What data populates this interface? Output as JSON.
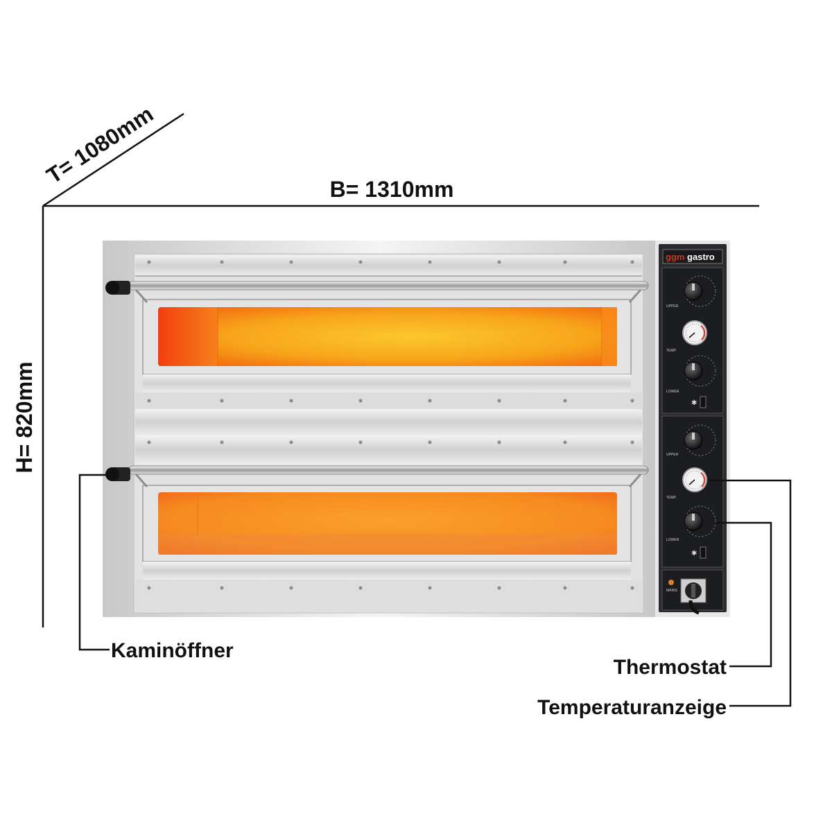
{
  "dimensions": {
    "depth": "T= 1080mm",
    "width": "B= 1310mm",
    "height": "H= 820mm"
  },
  "brand": {
    "prefix": "ggm",
    "name": "gastro"
  },
  "control_panel": {
    "upper_label": "UPPER",
    "temp_label": "TEMP.",
    "lower_label": "LOWER",
    "power_label": "MAINS"
  },
  "callouts": {
    "chimney_opener": "Kaminöffner",
    "thermostat": "Thermostat",
    "temperature_display": "Temperaturanzeige"
  },
  "colors": {
    "accent_brand": "#c0392b",
    "panel": "#1c1d20",
    "steel": "#d9d9d9",
    "fire_core": "#f7b21f",
    "fire_edge": "#f35a12"
  },
  "icons": {
    "knob": "rotary-knob-icon",
    "gauge": "thermometer-gauge-icon",
    "lamp": "light-bulb-icon",
    "switch": "toggle-switch-icon"
  }
}
